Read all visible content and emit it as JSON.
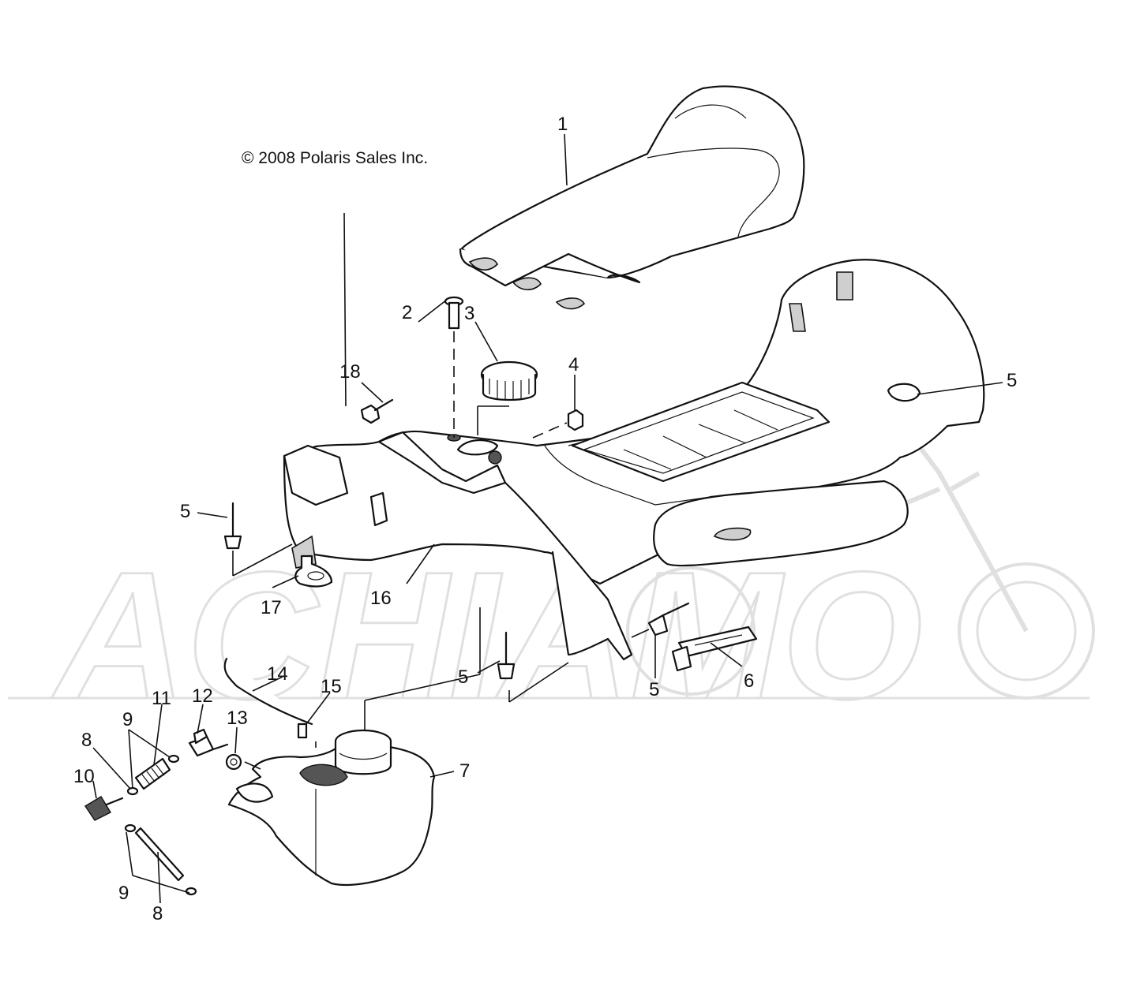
{
  "copyright": "© 2008 Polaris Sales Inc.",
  "watermark": "ACHIAMO",
  "callouts": [
    {
      "id": "1",
      "label": "1"
    },
    {
      "id": "2",
      "label": "2"
    },
    {
      "id": "3",
      "label": "3"
    },
    {
      "id": "4",
      "label": "4"
    },
    {
      "id": "5a",
      "label": "5"
    },
    {
      "id": "5b",
      "label": "5"
    },
    {
      "id": "5c",
      "label": "5"
    },
    {
      "id": "5d",
      "label": "5"
    },
    {
      "id": "6",
      "label": "6"
    },
    {
      "id": "7",
      "label": "7"
    },
    {
      "id": "8a",
      "label": "8"
    },
    {
      "id": "8b",
      "label": "8"
    },
    {
      "id": "9a",
      "label": "9"
    },
    {
      "id": "9b",
      "label": "9"
    },
    {
      "id": "10",
      "label": "10"
    },
    {
      "id": "11",
      "label": "11"
    },
    {
      "id": "12",
      "label": "12"
    },
    {
      "id": "13",
      "label": "13"
    },
    {
      "id": "14",
      "label": "14"
    },
    {
      "id": "15",
      "label": "15"
    },
    {
      "id": "16",
      "label": "16"
    },
    {
      "id": "17",
      "label": "17"
    },
    {
      "id": "18",
      "label": "18"
    }
  ]
}
